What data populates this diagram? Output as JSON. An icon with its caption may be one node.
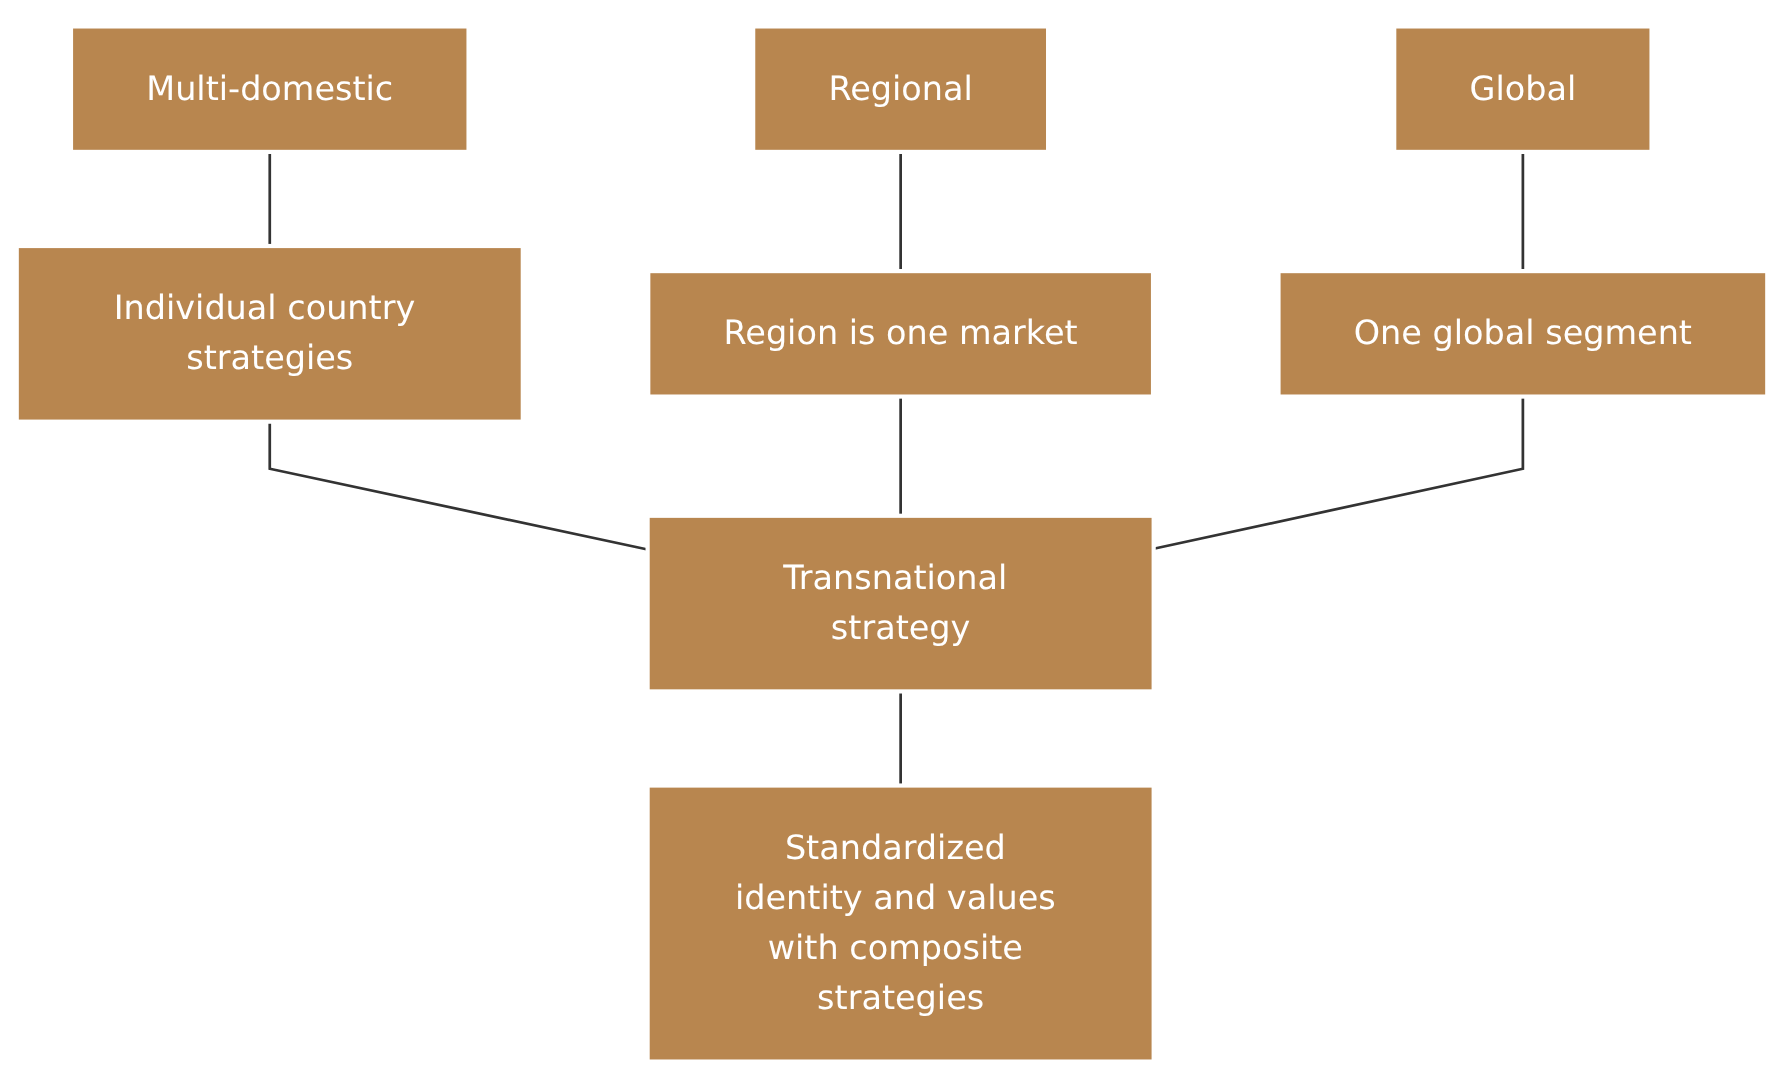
{
  "diagram": {
    "nodes": [
      {
        "text": [
          "Multi-domestic"
        ]
      },
      {
        "text": [
          "Regional"
        ]
      },
      {
        "text": [
          "Global"
        ]
      },
      {
        "text": [
          "Individual country strategies"
        ]
      },
      {
        "text": [
          "Region is one market"
        ]
      },
      {
        "text": [
          "One global segment"
        ]
      },
      {
        "text": [
          "Transnational strategy"
        ]
      },
      {
        "text": [
          "Standardized identity and values with composite strategies"
        ]
      }
    ],
    "edges": [
      {
        "from": 0,
        "to": 3,
        "arrow": "none"
      },
      {
        "from": 1,
        "to": 4,
        "arrow": "none"
      },
      {
        "from": 2,
        "to": 5,
        "arrow": "none"
      },
      {
        "from": 3,
        "to": 6,
        "arrow": "none"
      },
      {
        "from": 4,
        "to": 6,
        "arrow": "none"
      },
      {
        "from": 5,
        "to": 6,
        "arrow": "none"
      },
      {
        "from": 6,
        "to": 7,
        "arrow": "none"
      }
    ]
  }
}
